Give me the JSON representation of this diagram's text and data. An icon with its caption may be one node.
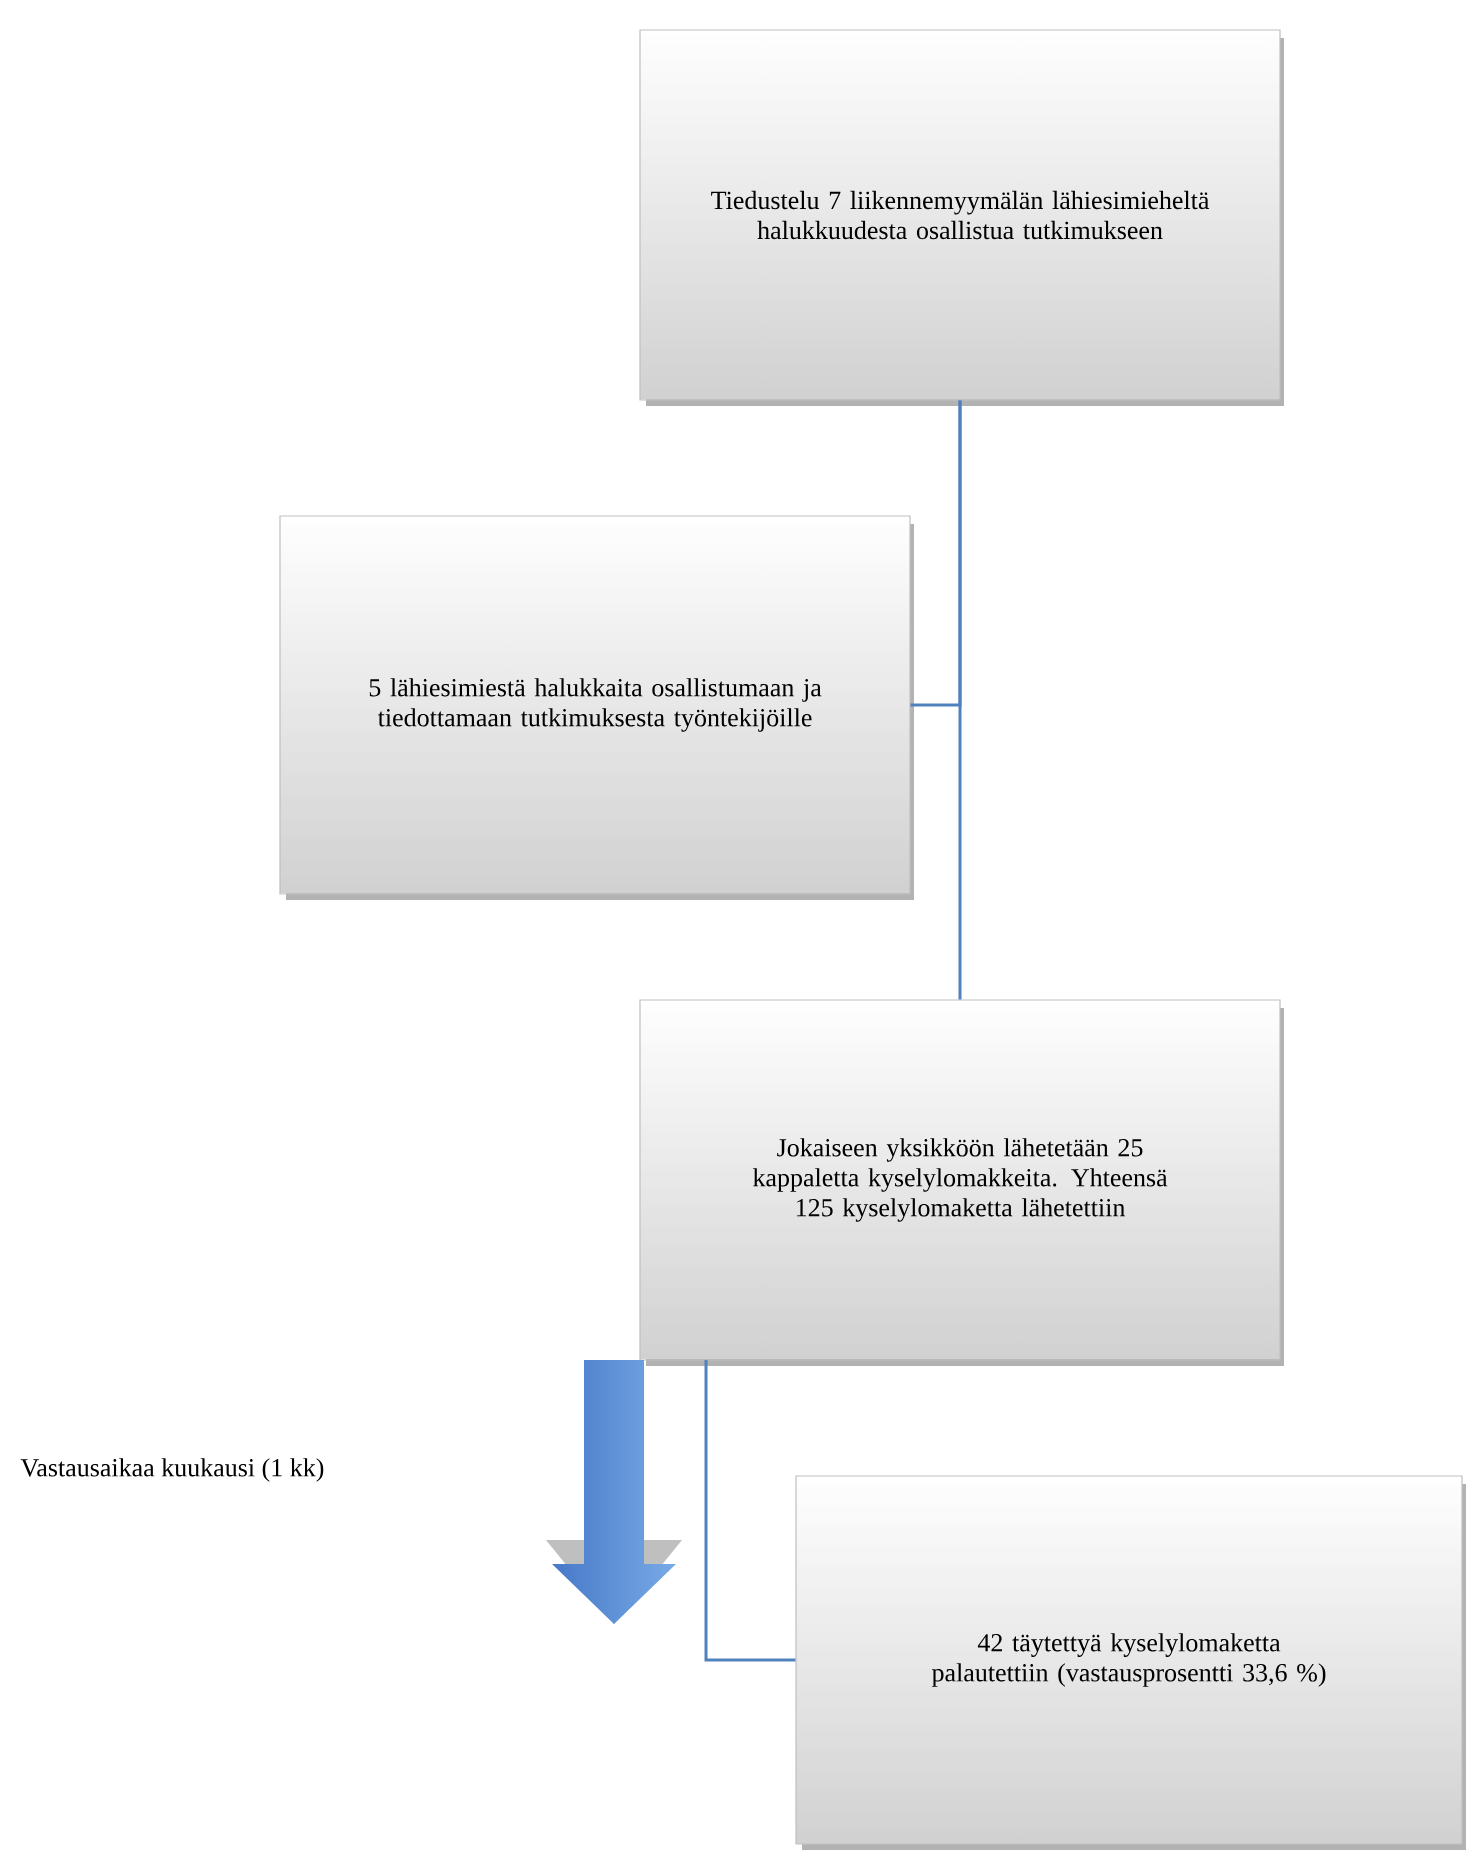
{
  "diagram": {
    "nodes": [
      {
        "text": [
          "Tiedustelu 7 liikennemyymälän lähiesimieheltä halukkuudesta osallistua tutkimukseen"
        ]
      },
      {
        "text": [
          "5 lähiesimiestä halukkaita osallistumaan ja tiedottamaan tutkimuksesta työntekijöille"
        ]
      },
      {
        "text": [
          "Jokaiseen yksikköön lähetetään 25 kappaletta kyselylomakkeita. Yhteensä 125 kyselylomaketta lähetettiin"
        ]
      },
      {
        "text": [
          "42 täytettyä kyselylomaketta palautettiin (vastausprosentti 33,6 %)"
        ]
      }
    ],
    "edges": [
      {
        "from": 0,
        "to": 1,
        "arrow": "none"
      },
      {
        "from": 0,
        "to": 2,
        "arrow": "none"
      },
      {
        "from": 2,
        "to": 3,
        "arrow": "none"
      }
    ],
    "labels": [
      "Vastausaikaa kuukausi (1 kk)"
    ]
  }
}
